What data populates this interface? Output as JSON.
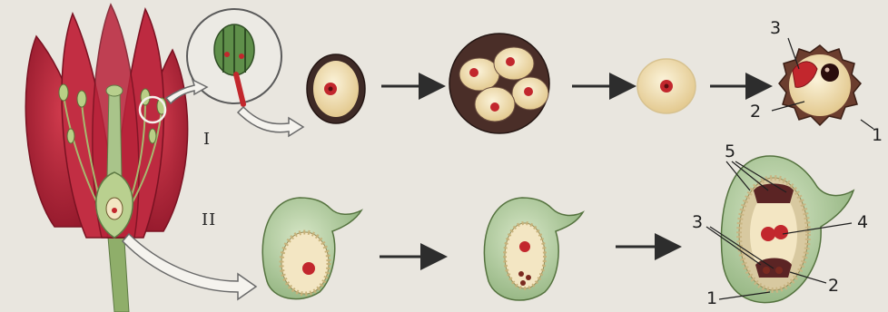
{
  "rows": {
    "top": {
      "label": "I"
    },
    "bottom": {
      "label": "II"
    }
  },
  "labels": {
    "top_pollen": [
      "3",
      "2",
      "1"
    ],
    "bottom_ovule": [
      "5",
      "3",
      "4",
      "2",
      "1"
    ]
  },
  "colors": {
    "background": "#e9e6df",
    "petal": "#b8233a",
    "petal_dark": "#8e1629",
    "stem": "#8fae6a",
    "cell_cream": "#f3e6c3",
    "nucleus": "#c2272d",
    "wall_dark": "#4a2e28",
    "ovule_green": "#a9c79a"
  }
}
